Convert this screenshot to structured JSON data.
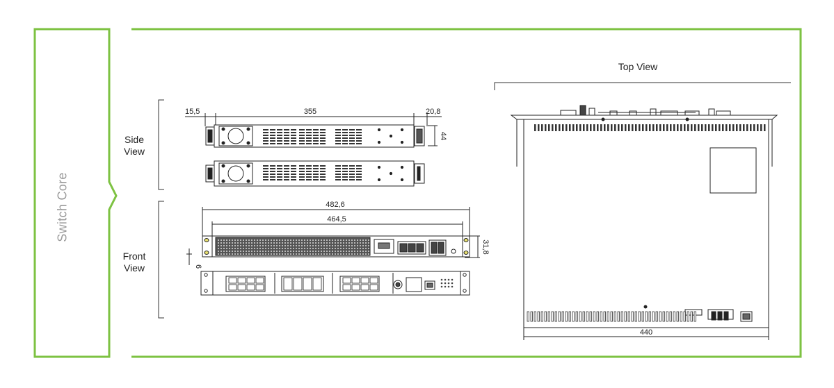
{
  "section_tab": {
    "label": "Switch Core"
  },
  "views": {
    "top": {
      "label": "Top View"
    },
    "side": {
      "label_line1": "Side",
      "label_line2": "View"
    },
    "front": {
      "label_line1": "Front",
      "label_line2": "View"
    }
  },
  "dimensions": {
    "side_left_offset": "15,5",
    "side_length": "355",
    "side_right_offset": "20,8",
    "side_height": "44",
    "front_total_width": "482,6",
    "front_inner_width": "464,5",
    "front_mount_height": "31,8",
    "front_hole_offset": "6",
    "top_width": "440"
  },
  "colors": {
    "frame_green": "#7dc242",
    "line": "#222222",
    "muted_text": "#9a9a9a"
  }
}
